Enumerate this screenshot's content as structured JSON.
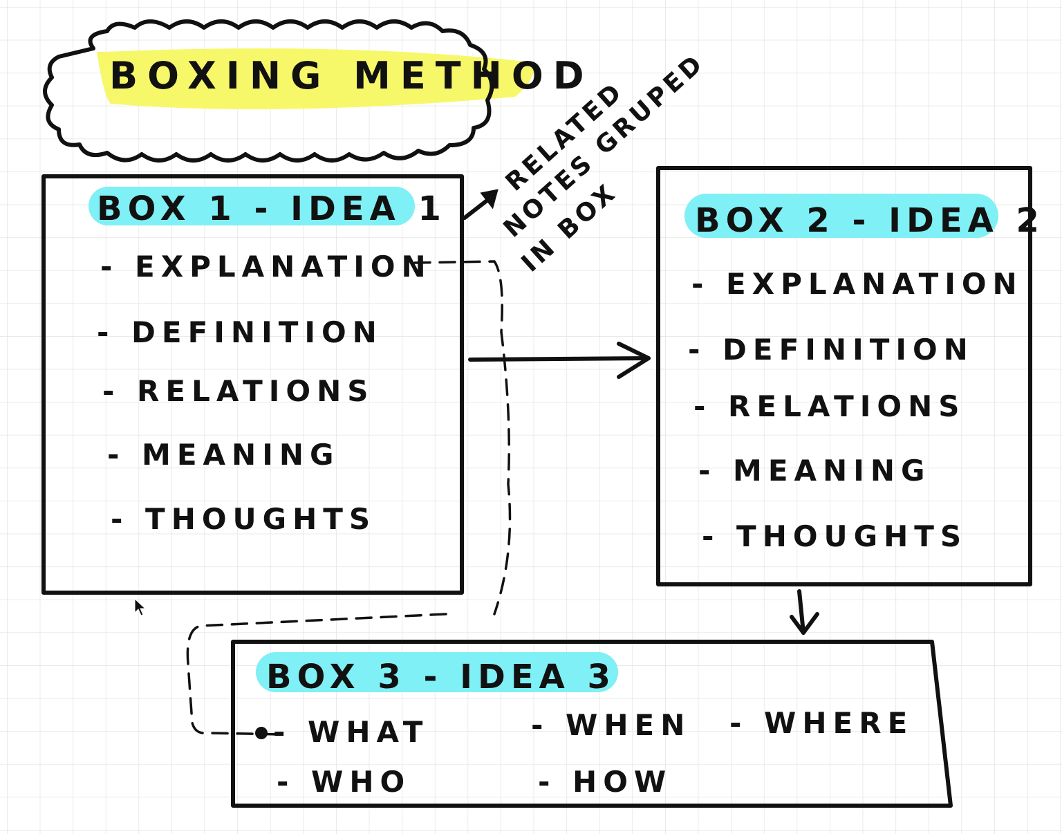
{
  "title": "BOXING METHOD",
  "annotation": [
    "RELATED",
    "NOTES GRUPED",
    "IN BOX"
  ],
  "boxes": [
    {
      "title": "BOX 1 - IDEA 1",
      "items": [
        "- EXPLANATION",
        "- DEFINITION",
        "- RELATIONS",
        "- MEANING",
        "- THOUGHTS"
      ]
    },
    {
      "title": "BOX 2 - IDEA 2",
      "items": [
        "- EXPLANATION",
        "- DEFINITION",
        "- RELATIONS",
        "- MEANING",
        "- THOUGHTS"
      ]
    },
    {
      "title": "BOX 3 - IDEA 3",
      "items": [
        "- WHAT",
        "- WHEN",
        "- WHERE",
        "- WHO",
        "- HOW"
      ]
    }
  ],
  "colors": {
    "title_highlight": "#f7f76a",
    "box_highlight": "#7ff0f5",
    "ink": "#111111",
    "grid": "#e3e3e3"
  }
}
